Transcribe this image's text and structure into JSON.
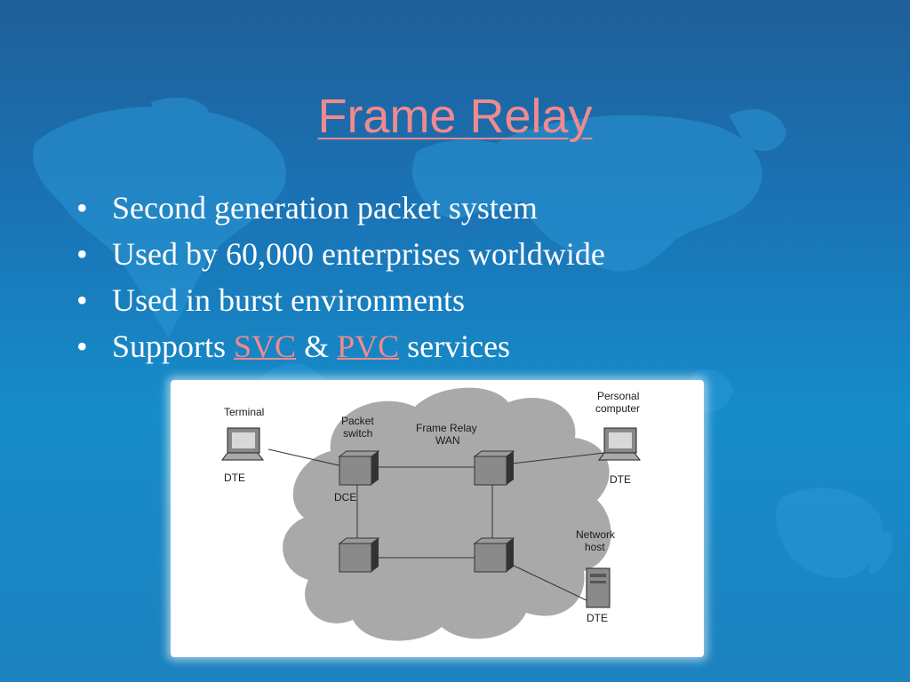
{
  "slide": {
    "title": "Frame Relay",
    "bullets": {
      "b1": "Second generation packet system",
      "b2": "Used by 60,000 enterprises worldwide",
      "b3": "Used in burst environments",
      "b4_prefix": "Supports",
      "b4_svc": "SVC",
      "b4_amp": "&",
      "b4_pvc": "PVC",
      "b4_suffix": "services"
    },
    "bullet_glyph": "•"
  },
  "diagram": {
    "terminal": "Terminal",
    "packet_switch_l1": "Packet",
    "packet_switch_l2": "switch",
    "wan_l1": "Frame Relay",
    "wan_l2": "WAN",
    "personal_l1": "Personal",
    "personal_l2": "computer",
    "network_l1": "Network",
    "network_l2": "host",
    "dte_terminal": "DTE",
    "dte_pc": "DTE",
    "dte_host": "DTE",
    "dce": "DCE"
  },
  "colors": {
    "title": "#f08a8f",
    "link": "#f08a8f",
    "text": "#ffffff",
    "cloud": "#a9a9a9"
  }
}
